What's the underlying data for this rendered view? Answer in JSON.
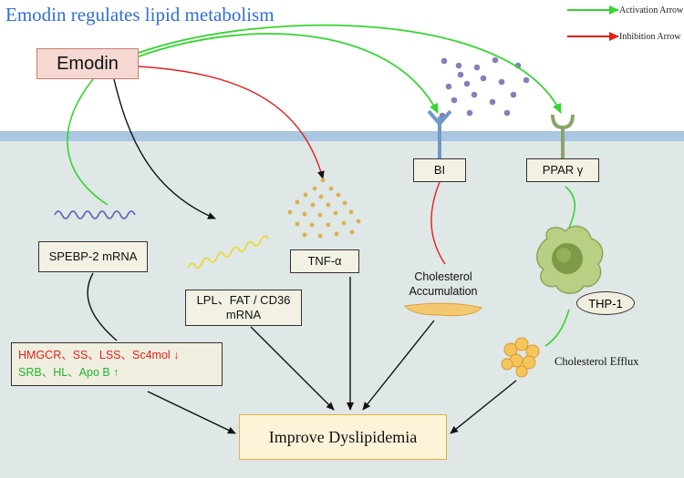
{
  "title": "Emodin regulates lipid metabolism",
  "legend": {
    "activation_label": "Activation Arrow",
    "activation_color": "#35d52f",
    "inhibition_label": "Inhibition Arrow",
    "inhibition_color": "#e0211d"
  },
  "nodes": {
    "emodin": "Emodin",
    "spebp": "SPEBP-2 mRNA",
    "tnf": "TNF-α",
    "bi": "BI",
    "ppar": "PPAR γ",
    "lpl_line1": "LPL、FAT / CD36",
    "lpl_line2": "mRNA",
    "thp1": "THP-1",
    "chol_acc_line1": "Cholesterol",
    "chol_acc_line2": "Accumulation",
    "chol_efflux": "Cholesterol Efflux",
    "improve": "Improve Dyslipidemia"
  },
  "genes": {
    "down": "HMGCR、SS、LSS、Sc4mol ↓",
    "up": "SRB、HL、Apo B ↑"
  },
  "colors": {
    "membrane": "#a9c6e2",
    "cytoplasm": "#dfe7e7",
    "activation": "#35d52f",
    "inhibition": "#e0211d",
    "neutral": "#111111",
    "ligand": "#8a7cb8",
    "tnf_dots": "#d9b24a"
  }
}
